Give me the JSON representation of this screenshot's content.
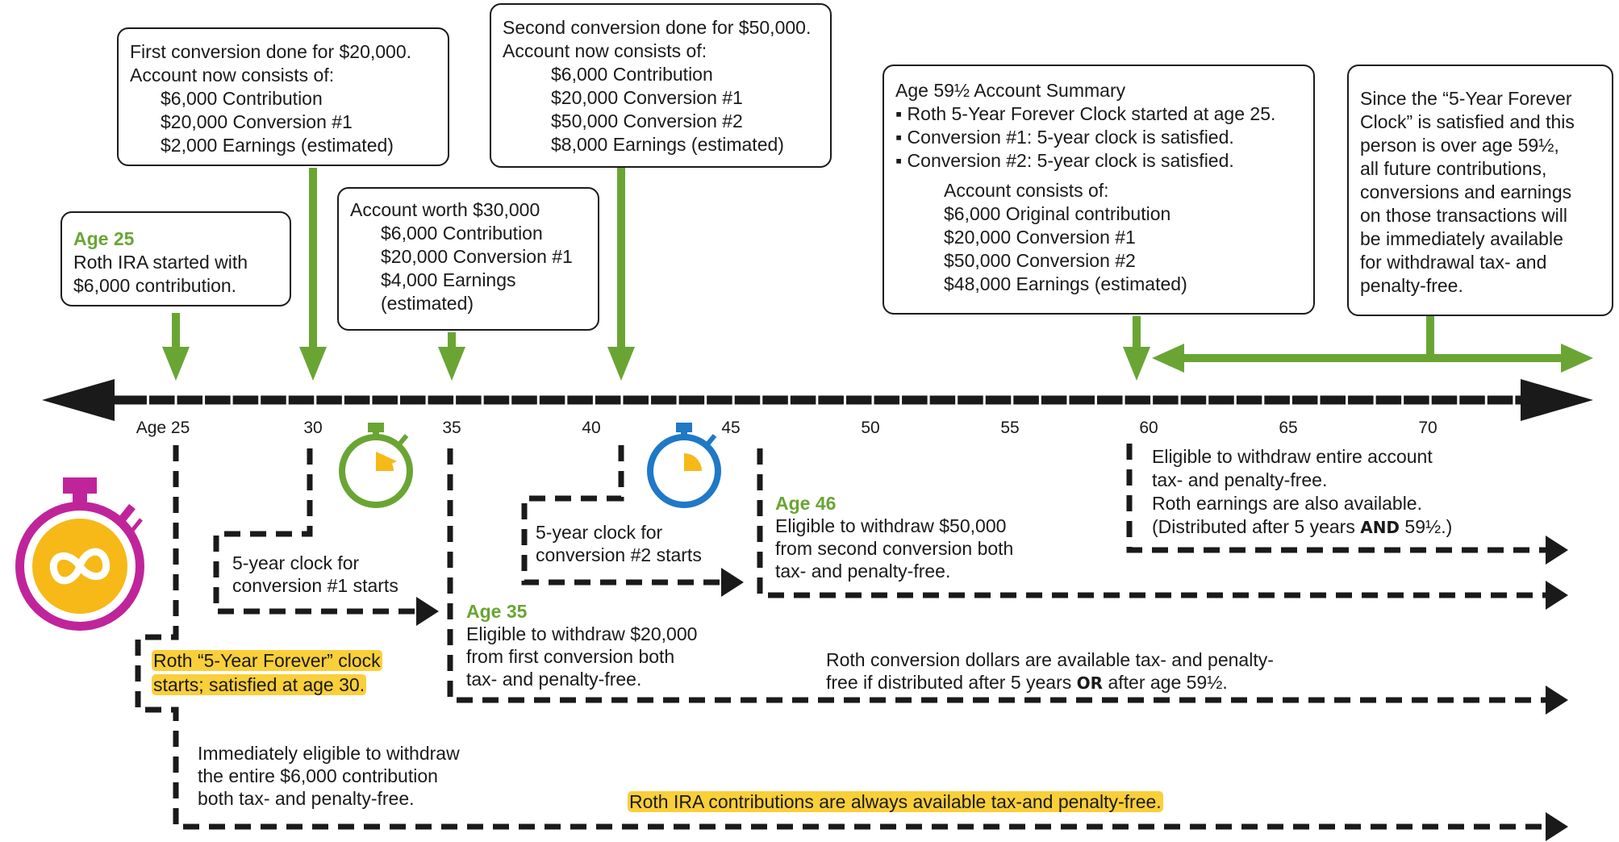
{
  "colors": {
    "green": "#6aa534",
    "black": "#1a1a1a",
    "magenta": "#c0249a",
    "gold": "#f6b918",
    "blue": "#1f78c8",
    "highlight": "#f9cf3a"
  },
  "icons": [
    "infinity-stopwatch-icon",
    "stopwatch-green-icon",
    "stopwatch-blue-icon"
  ],
  "box_age25": {
    "heading": "Age 25",
    "line1": "Roth IRA started with",
    "line2": "$6,000 contribution."
  },
  "box_conv1": {
    "line1": "First conversion done for $20,000.",
    "line2": "Account now consists of:",
    "line3": "$6,000 Contribution",
    "line4": "$20,000 Conversion #1",
    "line5": "$2,000 Earnings (estimated)"
  },
  "box_worth": {
    "line1": "Account worth $30,000",
    "line2": "$6,000 Contribution",
    "line3": "$20,000 Conversion #1",
    "line4": "$4,000 Earnings",
    "line5": "(estimated)"
  },
  "box_conv2": {
    "line1": "Second conversion done for $50,000.",
    "line2": "Account now consists of:",
    "line3": "$6,000 Contribution",
    "line4": "$20,000 Conversion #1",
    "line5": "$50,000 Conversion #2",
    "line6": "$8,000 Earnings (estimated)"
  },
  "box_summary": {
    "line1": "Age 59½ Account Summary",
    "line2": "▪ Roth 5-Year Forever Clock started at age 25.",
    "line3": "▪ Conversion #1: 5-year clock is satisfied.",
    "line4": "▪ Conversion #2: 5-year clock is satisfied.",
    "line5": "Account consists of:",
    "line6": "$6,000 Original contribution",
    "line7": "$20,000 Conversion #1",
    "line8": "$50,000 Conversion #2",
    "line9": "$48,000 Earnings (estimated)"
  },
  "box_forever": {
    "line1": "Since the “5-Year Forever",
    "line2": "Clock” is satisfied and this",
    "line3": "person is over age 59½,",
    "line4": "all future contributions,",
    "line5": "conversions and earnings",
    "line6": "on those transactions will",
    "line7": "be immediately available",
    "line8": "for withdrawal tax- and",
    "line9": "penalty-free."
  },
  "ticks": [
    "Age 25",
    "30",
    "35",
    "40",
    "45",
    "50",
    "55",
    "60",
    "65",
    "70"
  ],
  "notes": {
    "clock1_line1": "5-year clock for",
    "clock1_line2": "conversion #1 starts",
    "clock2_line1": "5-year clock for",
    "clock2_line2": "conversion #2 starts",
    "forever_line1": "Roth “5-Year Forever” clock",
    "forever_line2": "starts; satisfied at age 30.",
    "age35_heading": "Age 35",
    "age35_line1": "Eligible to withdraw $20,000",
    "age35_line2": "from first conversion both",
    "age35_line3": "tax- and penalty-free.",
    "age46_heading": "Age 46",
    "age46_line1": "Eligible to withdraw $50,000",
    "age46_line2": "from second conversion both",
    "age46_line3": "tax- and penalty-free.",
    "age60_line1": "Eligible to withdraw entire account",
    "age60_line2": "tax- and penalty-free.",
    "age60_line3": "Roth earnings are also available.",
    "age60_line4a": "(Distributed after 5 years ",
    "age60_line4b": "AND",
    "age60_line4c": " 59½.)",
    "conv_line1": "Roth conversion dollars are available tax- and penalty-",
    "conv_line2a": "free if distributed after 5 years ",
    "conv_line2b": "OR",
    "conv_line2c": " after age 59½.",
    "immed_line1": "Immediately eligible to withdraw",
    "immed_line2": "the entire $6,000 contribution",
    "immed_line3": "both tax- and penalty-free.",
    "always": "Roth IRA contributions are always available tax-and penalty-free."
  }
}
